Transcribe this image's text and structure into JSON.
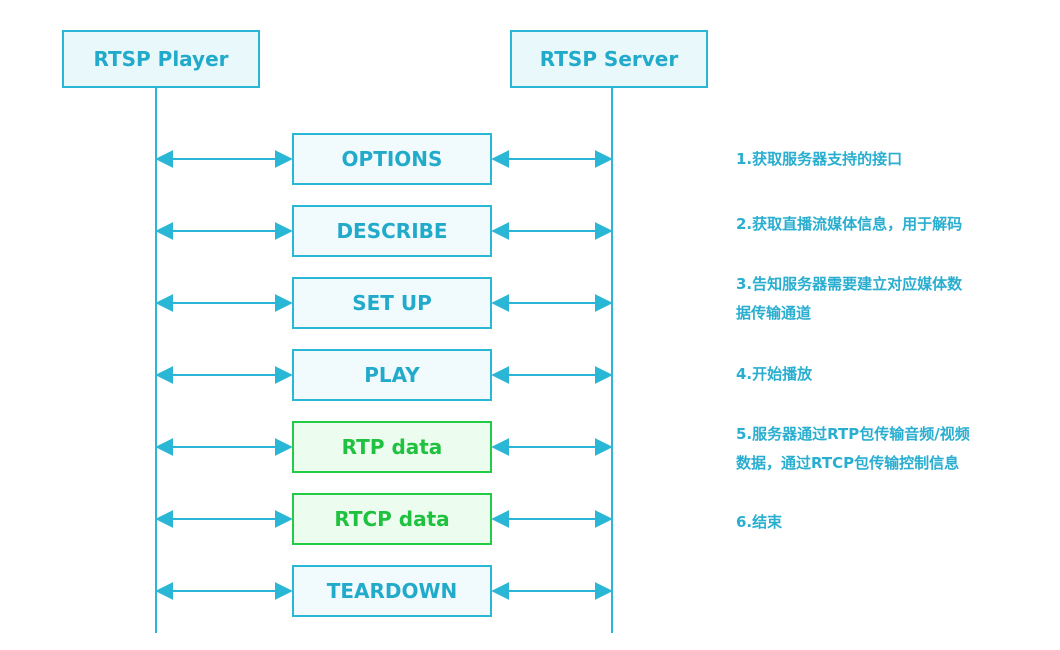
{
  "participants": {
    "player": "RTSP Player",
    "server": "RTSP Server"
  },
  "messages": [
    {
      "label": "OPTIONS",
      "kind": "control"
    },
    {
      "label": "DESCRIBE",
      "kind": "control"
    },
    {
      "label": "SET UP",
      "kind": "control"
    },
    {
      "label": "PLAY",
      "kind": "control"
    },
    {
      "label": "RTP data",
      "kind": "data"
    },
    {
      "label": "RTCP data",
      "kind": "data"
    },
    {
      "label": "TEARDOWN",
      "kind": "control"
    }
  ],
  "notes": [
    {
      "lines": [
        "1.获取服务器支持的接口"
      ]
    },
    {
      "lines": [
        "2.获取直播流媒体信息，用于解码"
      ]
    },
    {
      "lines": [
        "3.告知服务器需要建立对应媒体数",
        "据传输通道"
      ]
    },
    {
      "lines": [
        "4.开始播放"
      ]
    },
    {
      "lines": [
        "5.服务器通过RTP包传输音频/视频",
        "数据，通过RTCP包传输控制信息"
      ]
    },
    {
      "lines": [
        "6.结束"
      ]
    }
  ],
  "colors": {
    "control": "#2ab7d6",
    "data": "#22cc44",
    "note_text": "#2aaed0"
  }
}
